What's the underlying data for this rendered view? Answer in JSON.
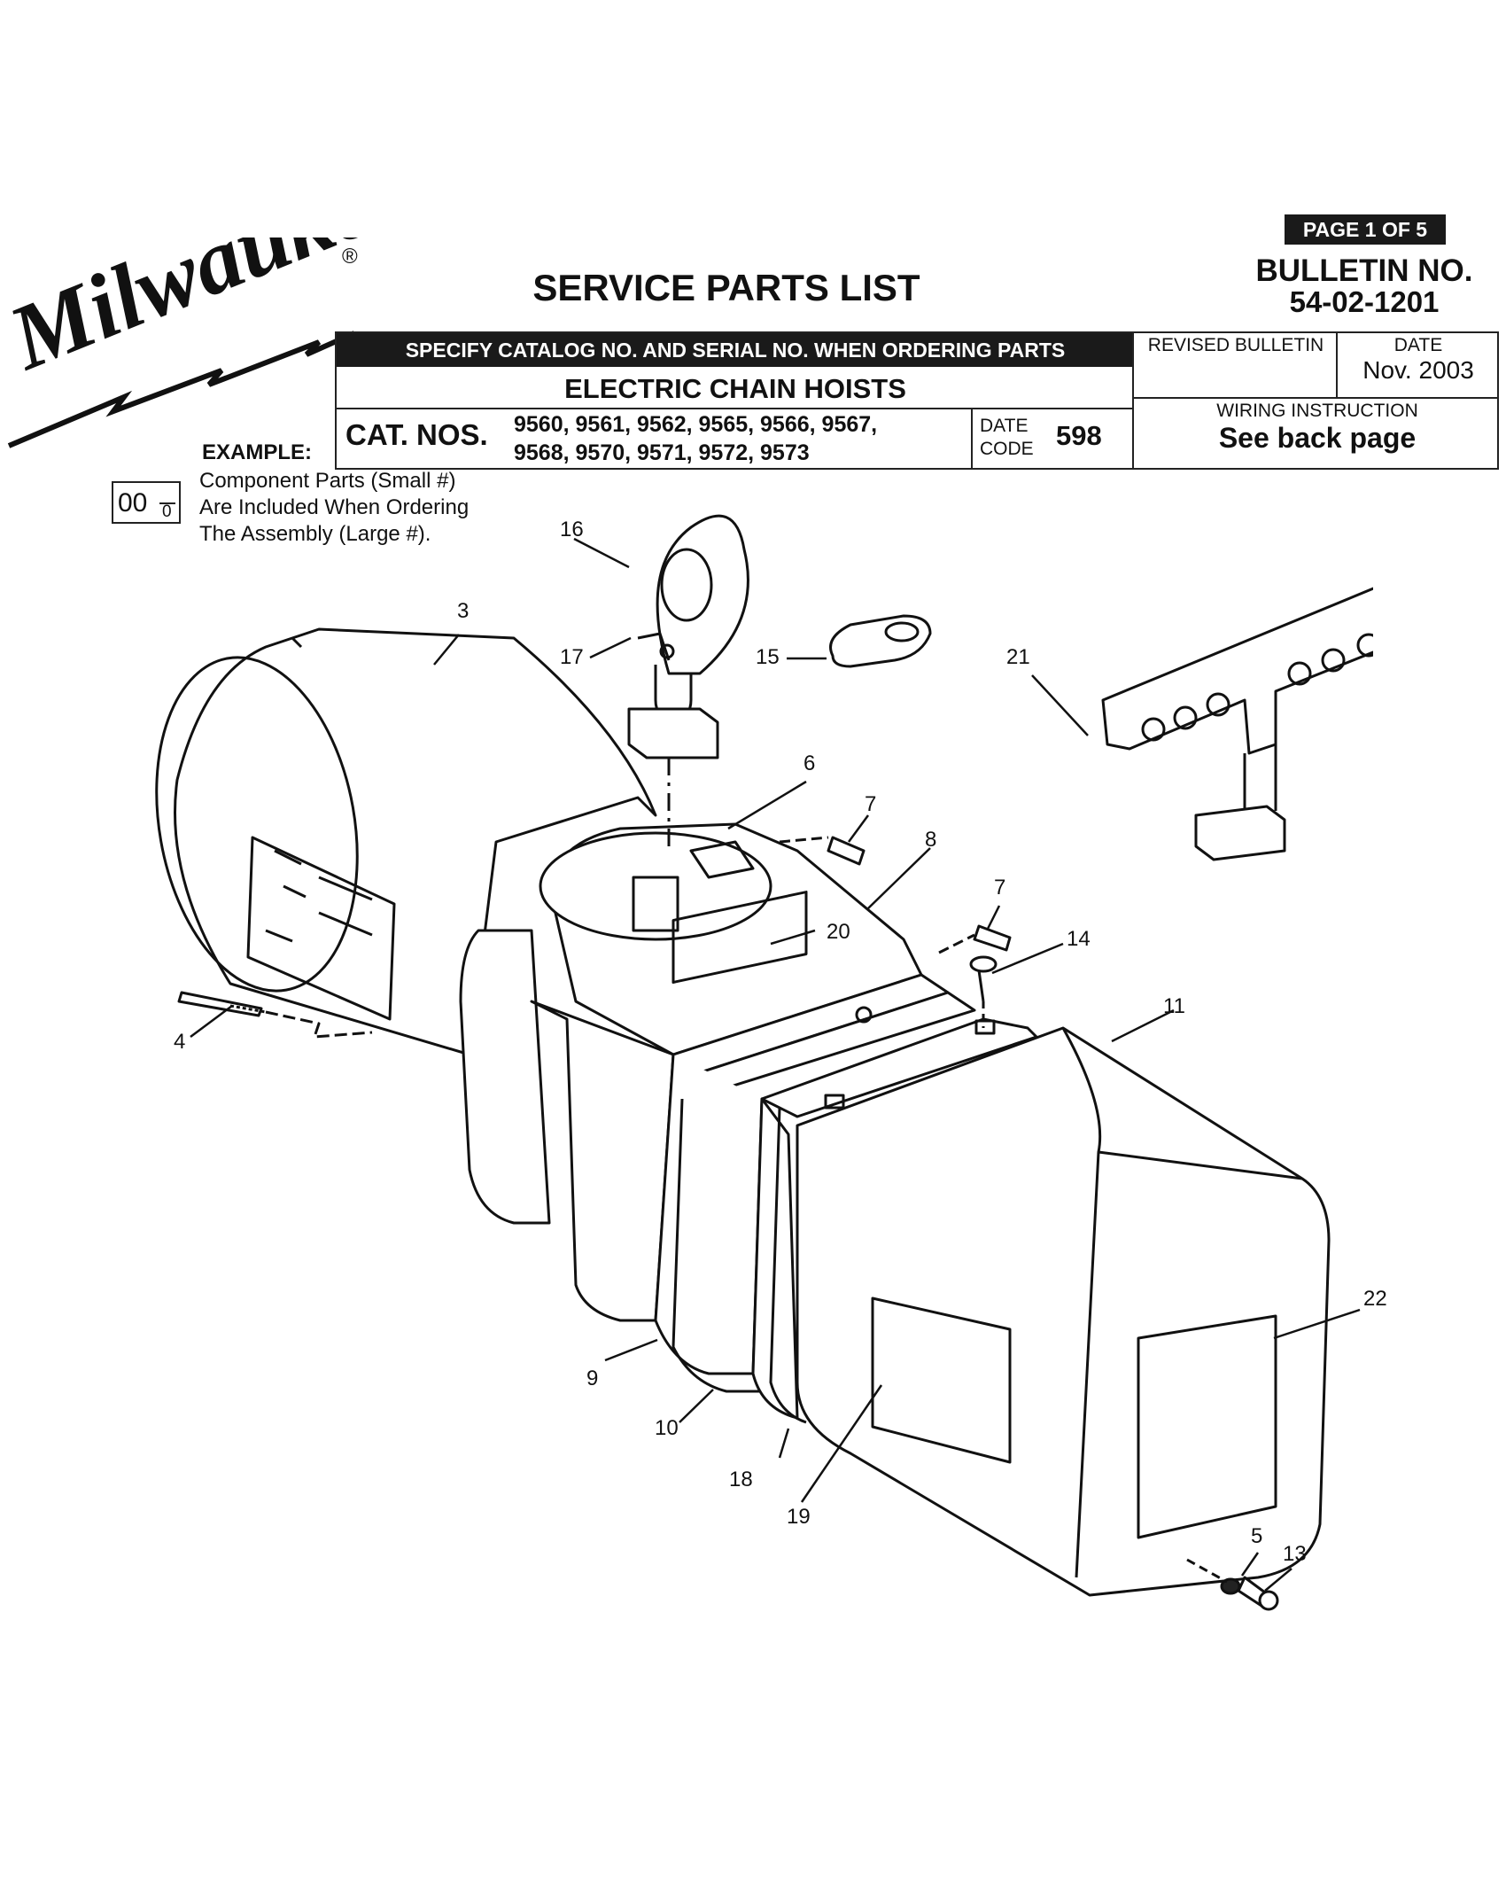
{
  "brand": {
    "logo_text": "Milwaukee",
    "registered_mark": "®"
  },
  "header": {
    "page_indicator": "PAGE 1 OF 5",
    "bulletin_label": "BULLETIN NO.",
    "bulletin_number": "54-02-1201",
    "document_title": "SERVICE PARTS LIST"
  },
  "info_table": {
    "instruction_bar": "SPECIFY CATALOG NO. AND SERIAL NO. WHEN ORDERING PARTS",
    "product_title": "ELECTRIC CHAIN HOISTS",
    "cat_nos_label": "CAT. NOS.",
    "cat_nos_line1": "9560, 9561, 9562, 9565, 9566, 9567,",
    "cat_nos_line2": "9568, 9570, 9571, 9572, 9573",
    "date_code_label_1": "DATE",
    "date_code_label_2": "CODE",
    "date_code_value": "598",
    "revised_bulletin_label": "REVISED BULLETIN",
    "revised_bulletin_value": "",
    "date_label": "DATE",
    "date_value": "Nov. 2003",
    "wiring_label": "WIRING INSTRUCTION",
    "wiring_value": "See back page"
  },
  "example": {
    "label": "EXAMPLE:",
    "assembly_number": "00",
    "component_number": "0",
    "line1": "Component Parts (Small #)",
    "line2": "Are Included When Ordering",
    "line3": "The Assembly (Large #)."
  },
  "callouts": [
    "3",
    "4",
    "5",
    "6",
    "7",
    "7",
    "8",
    "9",
    "10",
    "11",
    "13",
    "14",
    "15",
    "16",
    "17",
    "18",
    "19",
    "20",
    "21",
    "22"
  ]
}
